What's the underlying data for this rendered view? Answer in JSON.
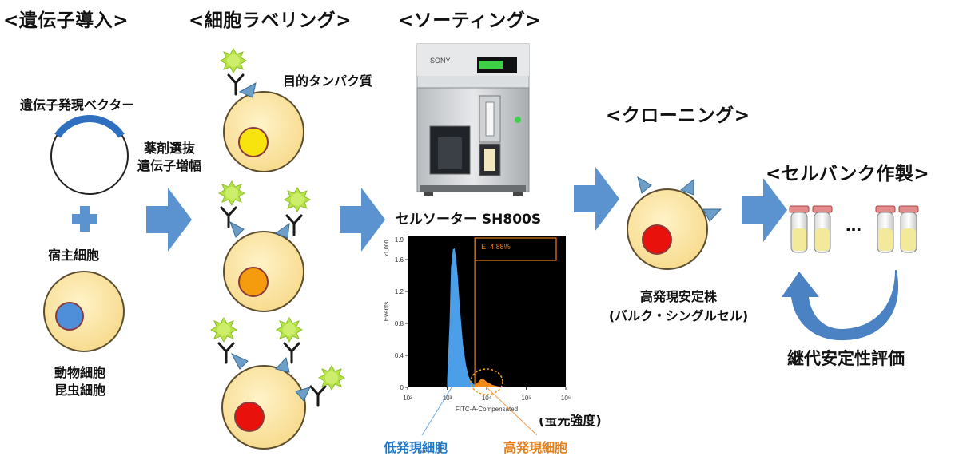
{
  "headings": {
    "gene_intro": "<遺伝子導入>",
    "cell_label": "<細胞ラベリング>",
    "sorting": "<ソーティング>",
    "cloning": "<クローニング>",
    "cellbank": "<セルバンク作製>"
  },
  "gene": {
    "vector": "遺伝子発現ベクター",
    "host": "宿主細胞",
    "cell_line1": "動物細胞",
    "cell_line2": "昆虫細胞"
  },
  "selection": {
    "line1": "薬剤選抜",
    "line2": "遺伝子増幅"
  },
  "labeling": {
    "target_protein": "目的タンパク質"
  },
  "sorter": {
    "brand": "SONY",
    "name": "セルソーター SH800S"
  },
  "cloning": {
    "line1": "高発現安定株",
    "line2": "(バルク・シングルセル)"
  },
  "cellbank": {
    "ellipsis": "…",
    "evaluation": "継代安定性評価"
  },
  "legend": {
    "low": "低発現細胞",
    "high": "高発現細胞",
    "fluorescence": "(蛍光強度)"
  },
  "chart_data": {
    "type": "area",
    "xscale": "log",
    "xlabel": "FITC-A-Compensated",
    "ylabel": "Events",
    "y_multiplier": "x1,000",
    "xlim": [
      100,
      1000000
    ],
    "ylim": [
      0,
      1.9
    ],
    "yticks": [
      0,
      0.4,
      0.8,
      1.2,
      1.6
    ],
    "ytick_top": 1.9,
    "xtick_labels": [
      "10²",
      "10³",
      "10⁴",
      "10⁵",
      "10⁶"
    ],
    "gate": {
      "label": "E: 4.88%",
      "x_start": 5000
    },
    "series": [
      {
        "color": "#4a9fe8",
        "x": [
          1000,
          1150,
          1250,
          1400,
          1550,
          1700,
          1850,
          2100,
          2500,
          3000,
          3500,
          4000,
          5000
        ],
        "y": [
          0.1,
          0.8,
          1.5,
          1.73,
          1.74,
          1.6,
          1.4,
          1.0,
          0.55,
          0.28,
          0.14,
          0.07,
          0.03
        ]
      },
      {
        "color": "#f08a1c",
        "x": [
          5000,
          6000,
          7000,
          8000,
          9000,
          10000,
          12000,
          14000,
          17000,
          20000,
          25000,
          30000
        ],
        "y": [
          0.03,
          0.06,
          0.1,
          0.11,
          0.09,
          0.07,
          0.05,
          0.03,
          0.02,
          0.012,
          0.006,
          0.002
        ]
      }
    ]
  },
  "colors": {
    "arrow": "#5b93d0",
    "cell_fill": "#fde7a6",
    "cell_stroke": "#5c4d2e",
    "ligand": "#b7e34a",
    "antibody": "#1a1a1a",
    "receptor": "#6d9ec8",
    "nucleus_yellow": "#f7e40e",
    "nucleus_orange": "#f49c0e",
    "nucleus_red": "#e8110c",
    "nucleus_blue": "#4f8fd9"
  }
}
